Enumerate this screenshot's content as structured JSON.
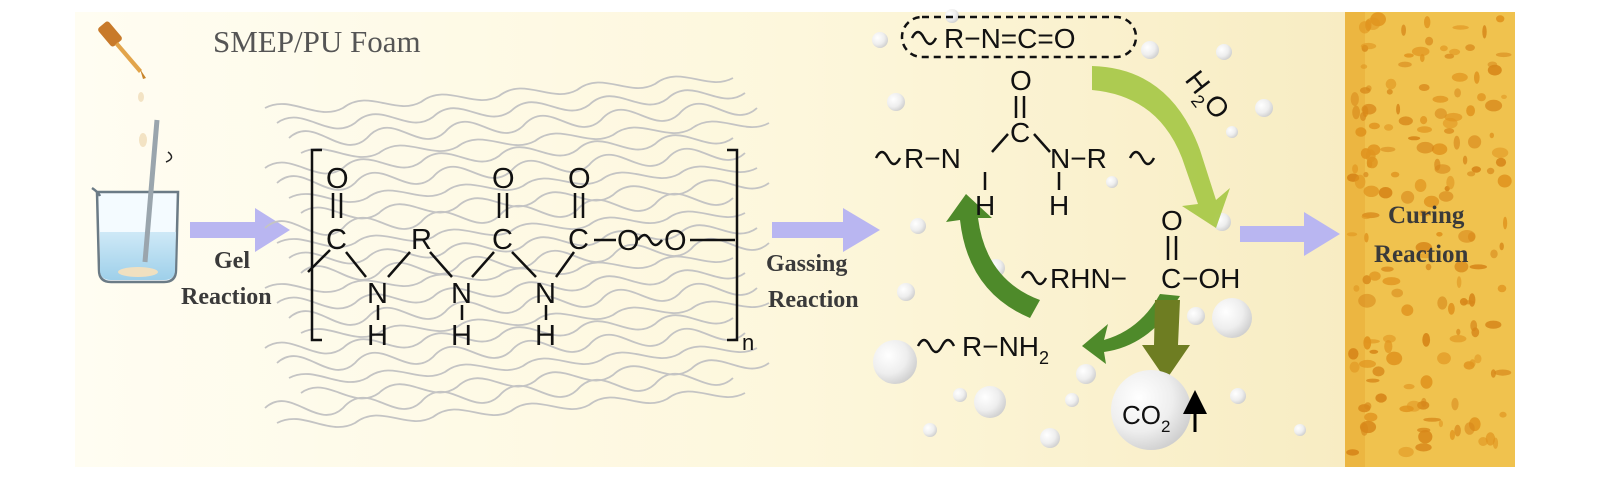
{
  "title": "SMEP/PU Foam",
  "steps": {
    "gel_line1": "Gel",
    "gel_line2": "Reaction",
    "gassing_line1": "Gassing",
    "gassing_line2": "Reaction",
    "curing_line1": "Curing",
    "curing_line2": "Reaction"
  },
  "polymer_unit": {
    "o_labels": [
      "O",
      "O",
      "O"
    ],
    "carbonyl_labels": [
      "C",
      "C",
      "C"
    ],
    "r_label": "R",
    "n_labels": [
      "N",
      "N",
      "N"
    ],
    "h_labels": [
      "H",
      "H",
      "H"
    ],
    "ester_o1": "O",
    "ester_o2": "O",
    "subscript_n": "n"
  },
  "cycle": {
    "isocyanate": "R−N=C=O",
    "water": "H",
    "water_sub": "2",
    "water_o": "O",
    "urea_o": "O",
    "urea_c": "C",
    "urea_left": "R−N",
    "urea_right": "N−R",
    "urea_h_left": "H",
    "urea_h_right": "H",
    "carbamic_o": "O",
    "carbamic_left": "RHN−",
    "carbamic_c": "C",
    "carbamic_oh": "−OH",
    "amine": "R−NH",
    "amine_sub": "2",
    "co2": "CO",
    "co2_sub": "2"
  },
  "colors": {
    "background_light": "#fffcee",
    "background_warm": "#f8eec6",
    "arrow_blue": "#b9b6f1",
    "arrow_green_light": "#a9c84a",
    "arrow_green_dark": "#4e8a2a",
    "arrow_olive": "#6e7d22",
    "foam": "#f0c24e",
    "foam_pore": "#e0941f",
    "fibre": "#c4c4c4"
  },
  "icons": [
    "dropper-icon",
    "beaker-icon",
    "foam-sponge-icon"
  ]
}
